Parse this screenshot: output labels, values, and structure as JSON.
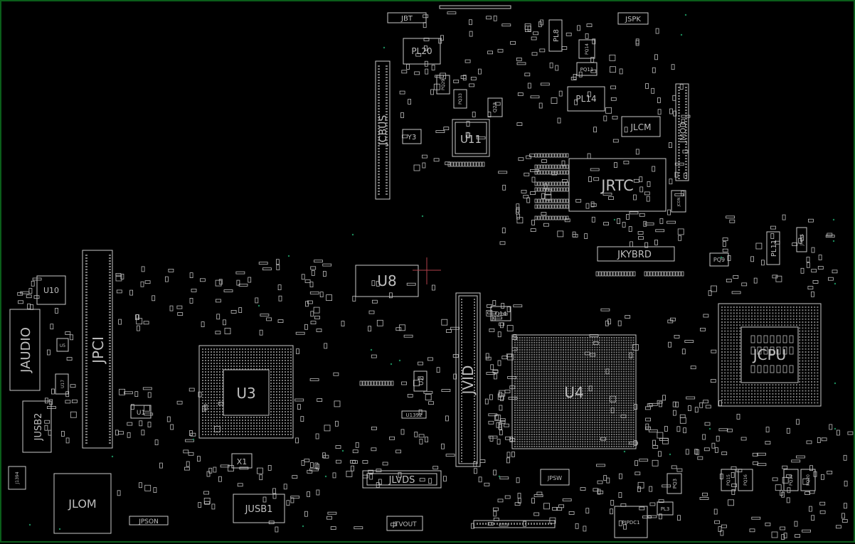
{
  "colors": {
    "background": "#000000",
    "border": "#0a5d1a",
    "outline": "#c8c8c8",
    "via": "#1a8a5a",
    "cursor": "#b0414a"
  },
  "components": {
    "jbt": "JBT",
    "jspk": "JSPK",
    "pl8": "PL8",
    "pl20": "PL20",
    "pq14": "PQ14",
    "pq11": "PQ11",
    "pl14": "PL14",
    "pq29": "PQ29",
    "pq33": "PQ33",
    "q23": "Q23",
    "jcbus": "JCBUS",
    "y3": "Y3",
    "u11": "U11",
    "jlcm": "JLCM",
    "jmod": "JMOD",
    "jrtc": "JRTC",
    "jcon": "JCON",
    "jkybrd": "JKYBRD",
    "pq9": "PQ9",
    "pl11": "PL11",
    "jfan1": "JFAN1",
    "u10": "U10",
    "jaudio": "JAUDIO",
    "u5": "U5",
    "u17": "U17",
    "jpci": "JPCI",
    "u8": "U8",
    "q14": "Q14",
    "jvid": "JVID",
    "u4": "U4",
    "jcpu": "JCPU",
    "u3": "U3",
    "u2": "U2",
    "u1": "U1",
    "jusb2": "JUSB2",
    "u1392": "U1392",
    "x1": "X1",
    "jlvds": "JLVDS",
    "j1394": "J1394",
    "jlom": "JLOM",
    "jusb1": "JUSB1",
    "jpson": "JPSON",
    "jtvout": "JTVOUT",
    "jpsw": "JPSW",
    "pq3": "PQ3",
    "pl3": "PL3",
    "pjpdc1": "PJPDC1",
    "pq15": "PQ15",
    "pq16": "PQ16",
    "pq19": "PQ19",
    "pq20": "PQ20"
  }
}
